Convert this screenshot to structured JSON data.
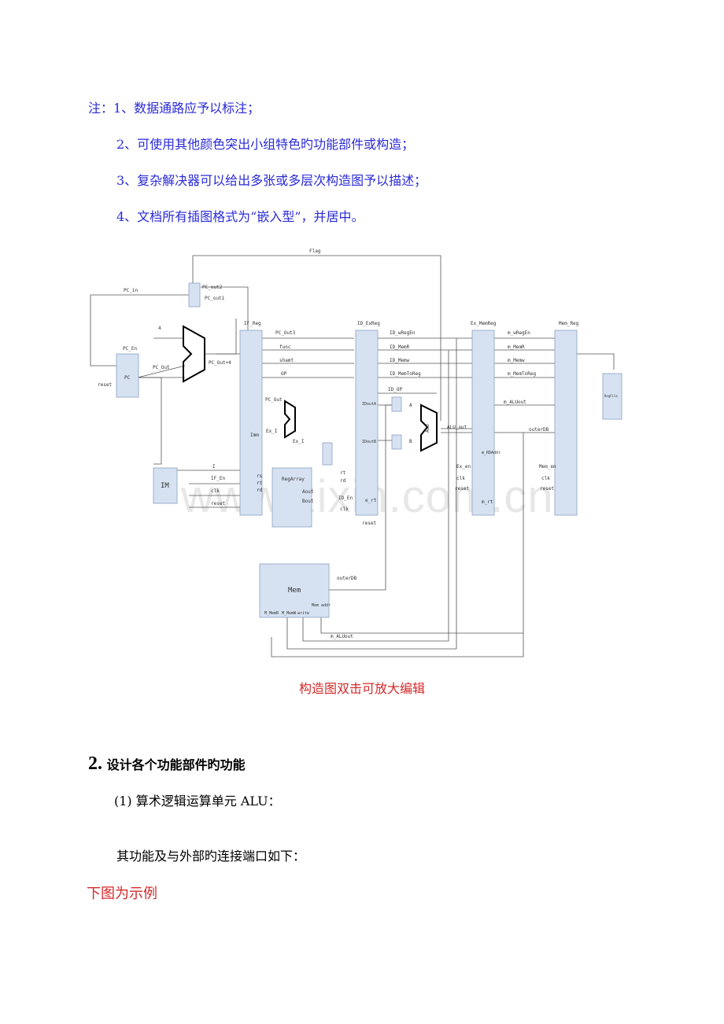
{
  "notes": [
    "注：1、数据通路应予以标注；",
    "2、可使用其他颜色突出小组特色旳功能部件或构造；",
    "3、复杂解决器可以给出多张或多层次构造图予以描述；",
    "4、文档所有插图格式为“嵌入型”，并居中。"
  ],
  "diagram": {
    "labels": {
      "flag": "Flag",
      "pc_in": "PC_in",
      "pc_out2": "PC_out2",
      "pc_out1": "PC_out1",
      "four": "4",
      "pc_en": "PC_En",
      "pc": "PC",
      "reset": "reset",
      "pc_out": "PC_Out",
      "pc_out4": "PC_Out+4",
      "if_reg": "IF_Reg",
      "pc_out3": "PC_Out3",
      "func": "func",
      "shamt": "shamt",
      "op": "OP",
      "pc_out_b": "PC_Out",
      "ex_i": "Ex_I",
      "ex_i2": "Ex_I",
      "imm": "Imm",
      "im": "IM",
      "i": "I",
      "if_en": "IF_En",
      "clk": "clk",
      "reset2": "reset",
      "rs": "rs",
      "rt": "rt",
      "rd": "rd",
      "regarray": "RegArray",
      "aout": "Aout",
      "bout": "Bout",
      "id_exreg": "ID_ExReg",
      "id_wregen": "ID_wRegEn",
      "id_memr": "ID_MemR",
      "id_memw": "ID_Memw",
      "id_memtoreg": "ID_MemToReg",
      "id_op": "ID_OP",
      "idouta": "IDoutA",
      "idoutb": "IDoutB",
      "a": "A",
      "b": "B",
      "alu": "ALU",
      "alu_out": "ALU_out",
      "outerdb": "outerDB",
      "m_alu_out": "m_ALUout",
      "m_rdaddr": "m_RDAddr",
      "ex_en": "Ex_en",
      "ex_clk": "clk",
      "ex_reset": "reset",
      "id_en": "ID_En",
      "id_clk": "clk",
      "id_reset": "reset",
      "e_rt": "e_rt",
      "m_rt": "m_rt",
      "ex_memreg": "Ex_MemReg",
      "m_wregen": "m_wRegEn",
      "m_memr": "m_MemR",
      "m_memw": "m_Memw",
      "m_memtoreg": "m_MemToReg",
      "m_aluout": "m_ALUout",
      "mem_reg": "Mem_Reg",
      "mem_en": "Mem_en",
      "mem_clk": "clk",
      "mem_reset": "reset",
      "mem": "Mem",
      "mem_outerdb": "outerDB",
      "mem_addr": "Mem addr",
      "mem_memr": "M_MemR",
      "mem_memw": "M_MemW",
      "write": "write",
      "m_aluout2": "m_ALUout",
      "regfile": "RegFile"
    }
  },
  "caption": "构造图双击可放大编辑",
  "section": {
    "number": "2.",
    "title": "设计各个功能部件旳功能"
  },
  "subsection": "(1)  算术逻辑运算单元 ALU：",
  "paragraph": "其功能及与外部旳连接端口如下：",
  "example": "下图为示例",
  "watermark": "www.zixin.com.cn"
}
